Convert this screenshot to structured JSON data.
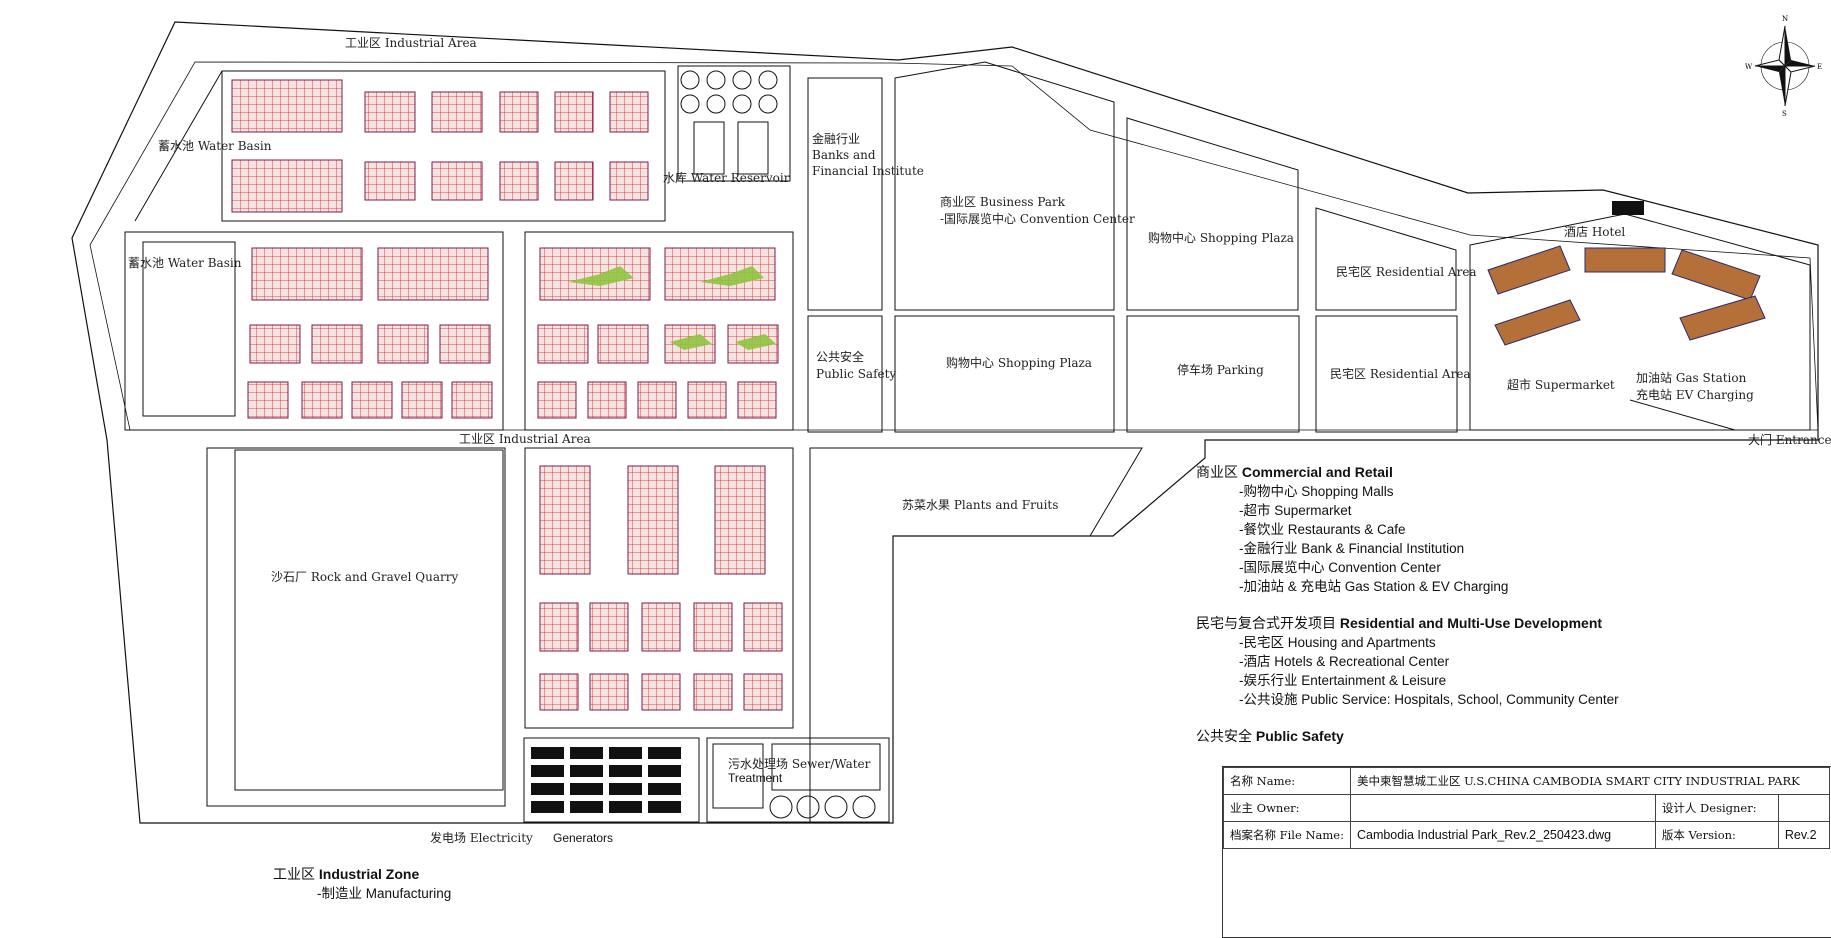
{
  "site_labels": {
    "industrial_area_top": "工业区  Industrial Area",
    "water_basin_1": "蓄水池 Water Basin",
    "water_basin_2": "蓄水池 Water Basin",
    "water_reservoir": "水库 Water Reservoir",
    "banks": [
      "金融行业",
      "Banks and",
      "Financial Institute"
    ],
    "business_park": [
      "商业区 Business Park",
      "-国际展览中心 Convention Center"
    ],
    "shopping_plaza_1": "购物中心  Shopping Plaza",
    "residential_1": "民宅区 Residential Area",
    "hotel": "酒店 Hotel",
    "public_safety": [
      "公共安全",
      "Public Safety"
    ],
    "shopping_plaza_2": "购物中心  Shopping Plaza",
    "parking": "停车场 Parking",
    "residential_2": "民宅区 Residential Area",
    "supermarket": "超市 Supermarket",
    "gas_station": [
      "加油站 Gas Station",
      "充电站 EV Charging"
    ],
    "entrance": "大门 Entrance",
    "industrial_area_mid": "工业区  Industrial Area",
    "plants_fruits": "苏菜水果 Plants and Fruits",
    "quarry": "沙石厂 Rock and Gravel Quarry",
    "sewer": [
      "污水处理场 Sewer/Water",
      "Treatment"
    ],
    "power_plant_cn": "发电场 Electricity",
    "power_plant_en": "Generators"
  },
  "legend": {
    "commercial": {
      "head_cn": "商业区 ",
      "head_en": "Commercial and Retail",
      "items": [
        "-购物中心 Shopping Malls",
        "-超市 Supermarket",
        "-餐饮业 Restaurants & Cafe",
        "-金融行业 Bank & Financial Institution",
        "-国际展览中心 Convention Center",
        "-加油站 & 充电站 Gas Station & EV Charging"
      ]
    },
    "residential": {
      "head_cn": "民宅与复合式开发项目 ",
      "head_en": "Residential and Multi-Use Development",
      "items": [
        "-民宅区 Housing and Apartments",
        "-酒店 Hotels & Recreational Center",
        "-娱乐行业 Entertainment & Leisure",
        "-公共设施 Public Service: Hospitals, School, Community Center"
      ]
    },
    "public_safety": {
      "head_cn": "公共安全 ",
      "head_en": "Public Safety"
    },
    "industrial": {
      "head_cn": "工业区 ",
      "head_en": "Industrial Zone",
      "items": [
        "-制造业 Manufacturing"
      ]
    }
  },
  "title_block": {
    "name_label": "名称 Name:",
    "name_value": "美中柬智慧城工业区 U.S.CHINA CAMBODIA SMART CITY INDUSTRIAL PARK",
    "owner_label": "业主 Owner:",
    "owner_value": "",
    "designer_label": "设计人 Designer:",
    "designer_value": "",
    "file_label": "档案名称 File Name:",
    "file_value": "Cambodia Industrial Park_Rev.2_250423.dwg",
    "version_label": "版本 Version:",
    "version_value": "Rev.2"
  },
  "compass_letters": [
    "N",
    "E",
    "S",
    "W"
  ],
  "colors": {
    "building_fill": "#f4dede",
    "building_grid": "#d11a1a",
    "building_outline": "#7a1f4d",
    "greenery": "#8fc43f",
    "roof_brown": "#b5703a",
    "line": "#111111"
  }
}
